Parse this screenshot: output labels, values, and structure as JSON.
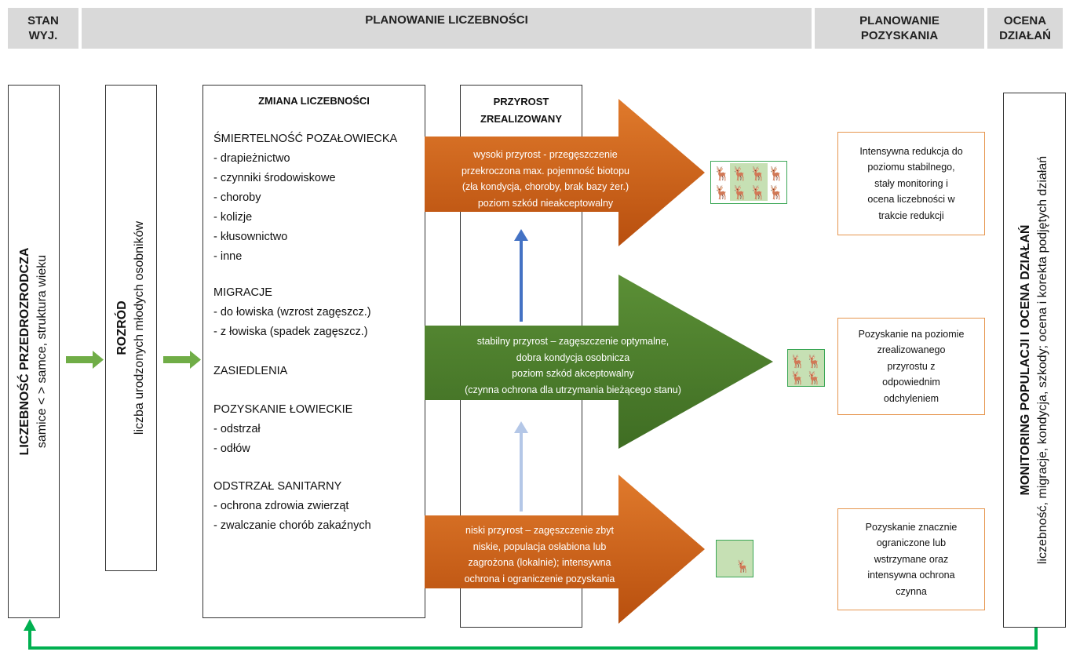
{
  "headers": {
    "stan": "STAN\nWYJ.",
    "planowanie_liczebnosci": "PLANOWANIE LICZEBNOŚCI",
    "planowanie_pozyskania": "PLANOWANIE\nPOZYSKANIA",
    "ocena": "OCENA\nDZIAŁAŃ"
  },
  "liczebnosc": {
    "title": "LICZEBNOŚĆ PRZEDROZRODCZA",
    "subtitle": "samice < > samce, struktura wieku"
  },
  "rozrod": {
    "title": "ROZRÓD",
    "subtitle": "liczba urodzonych młodych osobników"
  },
  "zmiana": {
    "title": "ZMIANA LICZEBNOŚCI",
    "lines": [
      "ŚMIERTELNOŚĆ POZAŁOWIECKA",
      "- drapieżnictwo",
      "- czynniki środowiskowe",
      "- choroby",
      "- kolizje",
      "- kłusownictwo",
      "- inne",
      "MIGRACJE",
      "- do łowiska (wzrost zagęszcz.)",
      "- z łowiska (spadek zagęszcz.)",
      "ZASIEDLENIA",
      "POZYSKANIE ŁOWIECKIE",
      "- odstrzał",
      "- odłów",
      "ODSTRZAŁ SANITARNY",
      "- ochrona zdrowia zwierząt",
      "- zwalczanie chorób zakaźnych"
    ]
  },
  "przyrost": {
    "title": "PRZYROST\nZREALIZOWANY"
  },
  "arrows": {
    "high": [
      "wysoki przyrost - przegęszczenie",
      "przekroczona max. pojemność biotopu",
      "(zła kondycja, choroby, brak bazy  żer.)",
      "poziom szkód nieakceptowalny"
    ],
    "stable": [
      "stabilny przyrost – zagęszczenie optymalne,",
      "dobra kondycja osobnicza",
      "poziom szkód akceptowalny",
      "(czynna ochrona dla utrzymania bieżącego stanu)"
    ],
    "low": [
      "niski przyrost – zagęszczenie zbyt",
      "niskie, populacja osłabiona lub",
      "zagrożona (lokalnie); intensywna",
      "ochrona i ograniczenie pozyskania"
    ]
  },
  "recommendations": {
    "high": [
      "Intensywna redukcja do",
      "poziomu stabilnego,",
      "stały monitoring i",
      "ocena liczebności w",
      "trakcie redukcji"
    ],
    "stable": [
      "Pozyskanie na poziomie",
      "zrealizowanego",
      "przyrostu z",
      "odpowiednim",
      "odchyleniem"
    ],
    "low": [
      "Pozyskanie znacznie",
      "ograniczone lub",
      "wstrzymane  oraz",
      "intensywna ochrona",
      "czynna"
    ]
  },
  "monitoring": {
    "title": "MONITORING POPULACJI I OCENA DZIAŁAŃ",
    "subtitle": "liczebność, migracje, kondycja, szkody; ocena i korekta podjętych działań"
  },
  "colors": {
    "header_bg": "#d9d9d9",
    "orange_arrow": "#c55a11",
    "green_arrow": "#4f7f2f",
    "flow_arrow_green": "#70ad47",
    "feedback_green": "#00b050",
    "rec_border": "#e6964f",
    "up_arrow_blue": "#4472c4",
    "up_arrow_lightblue": "#b4c7e7"
  }
}
